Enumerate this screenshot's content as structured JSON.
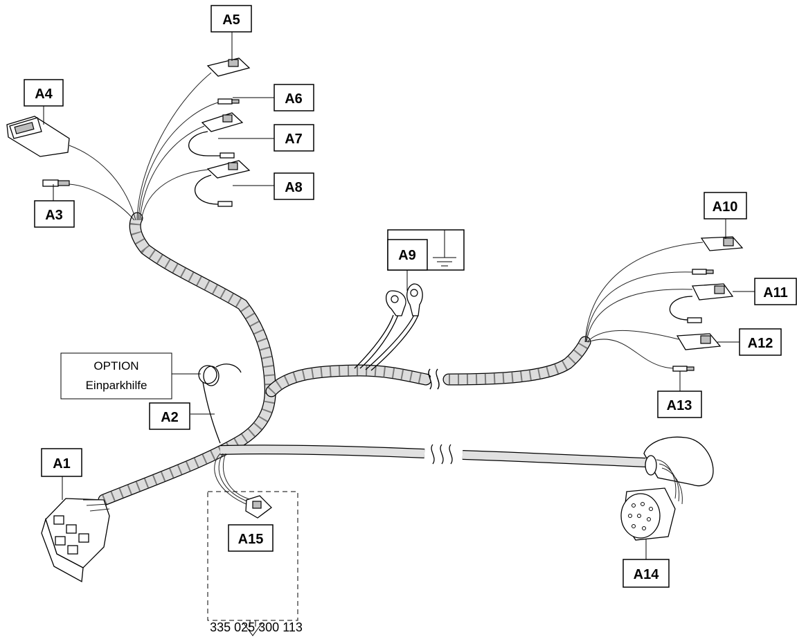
{
  "labels": {
    "a1": "A1",
    "a2": "A2",
    "a3": "A3",
    "a4": "A4",
    "a5": "A5",
    "a6": "A6",
    "a7": "A7",
    "a8": "A8",
    "a9": "A9",
    "a10": "A10",
    "a11": "A11",
    "a12": "A12",
    "a13": "A13",
    "a14": "A14",
    "a15": "A15"
  },
  "option_box": {
    "line1": "OPTION",
    "line2": "Einparkhilfe"
  },
  "part_number": "335 025 300 113",
  "icons": {
    "ground": "ground-symbol-icon",
    "arrow": "down-arrow-icon"
  }
}
